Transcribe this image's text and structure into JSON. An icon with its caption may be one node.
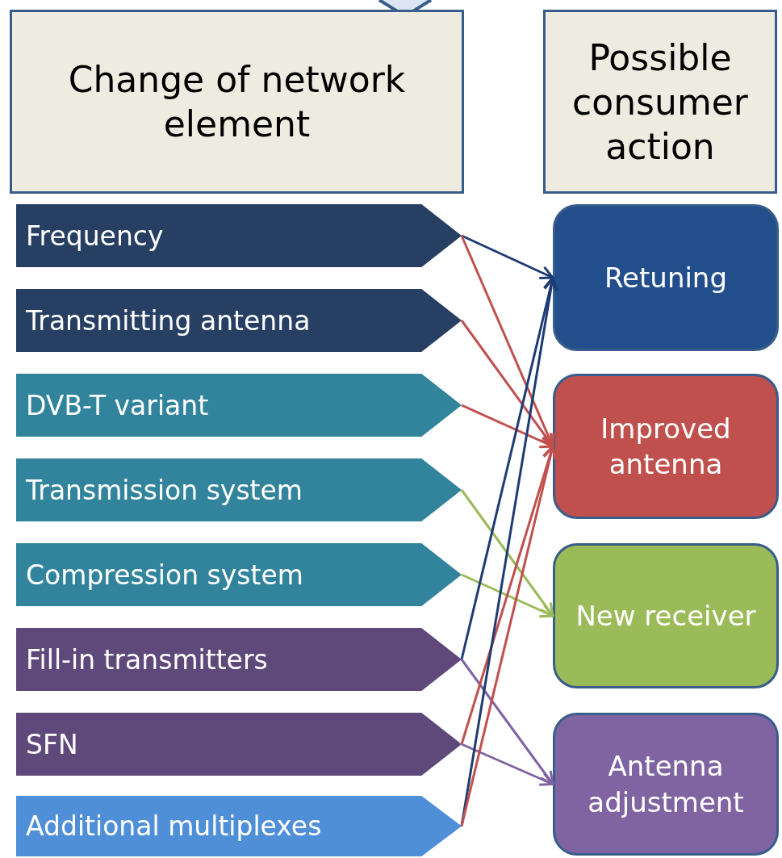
{
  "diagram": {
    "nodes": [
      {
        "text": [
          "Change of network element"
        ]
      },
      {
        "text": [
          "Possible consumer action"
        ]
      },
      {
        "text": [
          "Frequency"
        ]
      },
      {
        "text": [
          "Transmitting antenna"
        ]
      },
      {
        "text": [
          "DVB-T variant"
        ]
      },
      {
        "text": [
          "Transmission system"
        ]
      },
      {
        "text": [
          "Compression system"
        ]
      },
      {
        "text": [
          "Fill-in transmitters"
        ]
      },
      {
        "text": [
          "SFN"
        ]
      },
      {
        "text": [
          "Additional multiplexes"
        ]
      },
      {
        "text": [
          "Retuning"
        ]
      },
      {
        "text": [
          "Improved antenna"
        ]
      },
      {
        "text": [
          "New receiver"
        ]
      },
      {
        "text": [
          "Antenna adjustment"
        ]
      }
    ],
    "edges": [
      {
        "from": 2,
        "to": 10,
        "arrow": "to",
        "color": "#1f3b73"
      },
      {
        "from": 2,
        "to": 11,
        "arrow": "to"
      },
      {
        "from": 3,
        "to": 11,
        "arrow": "to"
      },
      {
        "from": 4,
        "to": 11,
        "arrow": "to"
      },
      {
        "from": 5,
        "to": 12,
        "arrow": "to",
        "color": "#9bbb59"
      },
      {
        "from": 6,
        "to": 12,
        "arrow": "to",
        "color": "#9bbb59"
      },
      {
        "from": 7,
        "to": 10,
        "arrow": "to",
        "color": "#1f3b73"
      },
      {
        "from": 7,
        "to": 13,
        "arrow": "to",
        "color": "#8064a2"
      },
      {
        "from": 8,
        "to": 11,
        "arrow": "to"
      },
      {
        "from": 8,
        "to": 13,
        "arrow": "to",
        "color": "#8064a2"
      },
      {
        "from": 9,
        "to": 10,
        "arrow": "to",
        "color": "#1f3b73"
      },
      {
        "from": 9,
        "to": 11,
        "arrow": "to"
      }
    ]
  }
}
